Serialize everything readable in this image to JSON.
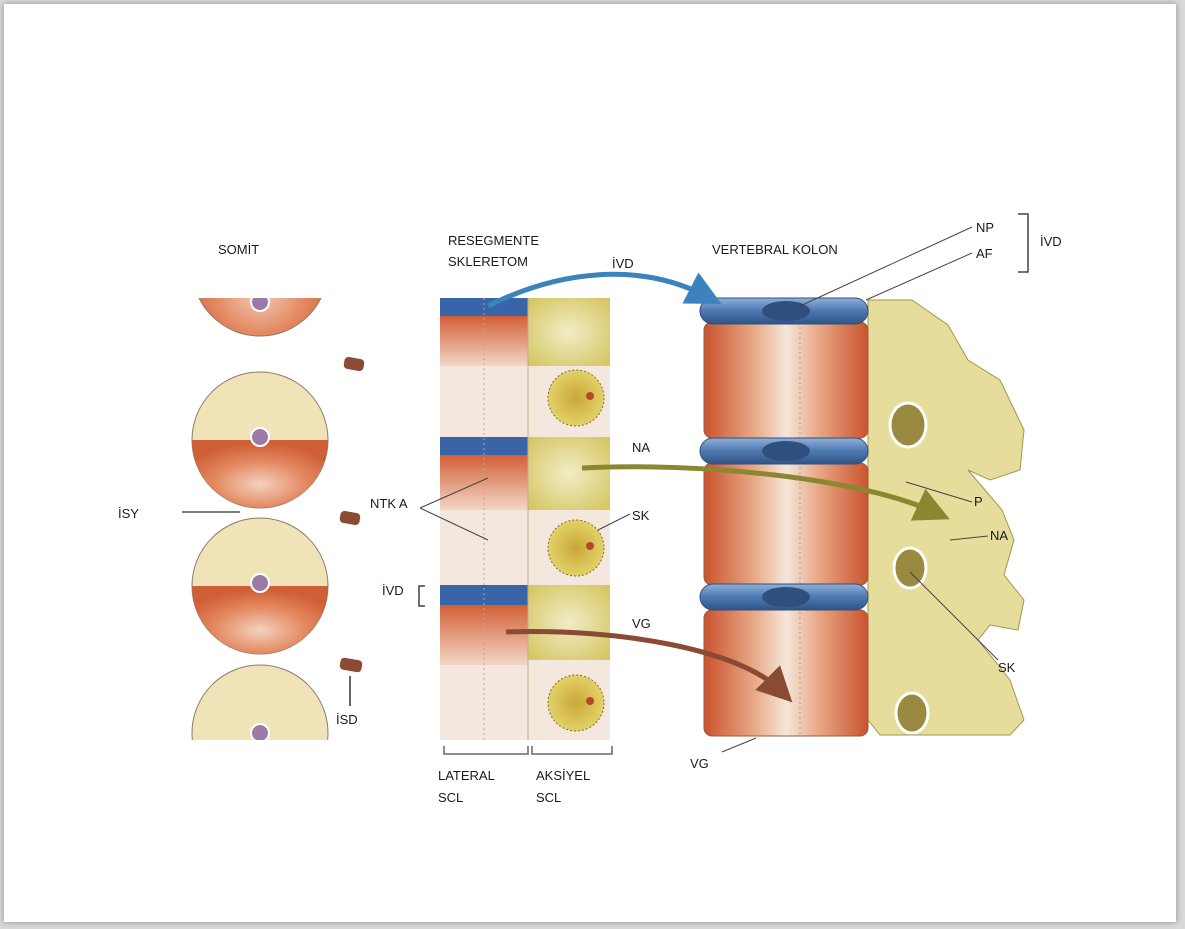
{
  "headings": {
    "somite": "SOMİT",
    "resegmente_line1": "RESEGMENTE",
    "resegmente_line2": "SKLERETOM",
    "vertebral": "VERTEBRAL KOLON"
  },
  "labels": {
    "ivd_arrow": "İVD",
    "np": "NP",
    "af": "AF",
    "ivd_bracket": "İVD",
    "na_mid": "NA",
    "ntk_a": "NTK A",
    "sk_mid": "SK",
    "ivd_left": "İVD",
    "vg_mid": "VG",
    "isy": "İSY",
    "isd": "İSD",
    "p": "P",
    "na_right": "NA",
    "sk_right": "SK",
    "vg_bottom": "VG",
    "lateral_line1": "LATERAL",
    "lateral_line2": "SCL",
    "aksiyel_line1": "AKSİYEL",
    "aksiyel_line2": "SCL"
  },
  "colors": {
    "sclerotome_orange": "#d9714a",
    "dermomyotome_yellow": "#f0e3b8",
    "disc_blue": "#4f78b0",
    "neural_arch_yellow": "#e6dc9b",
    "arrow_blue": "#3c83bd",
    "arrow_olive": "#8a8730",
    "arrow_brown": "#8a4a33"
  }
}
